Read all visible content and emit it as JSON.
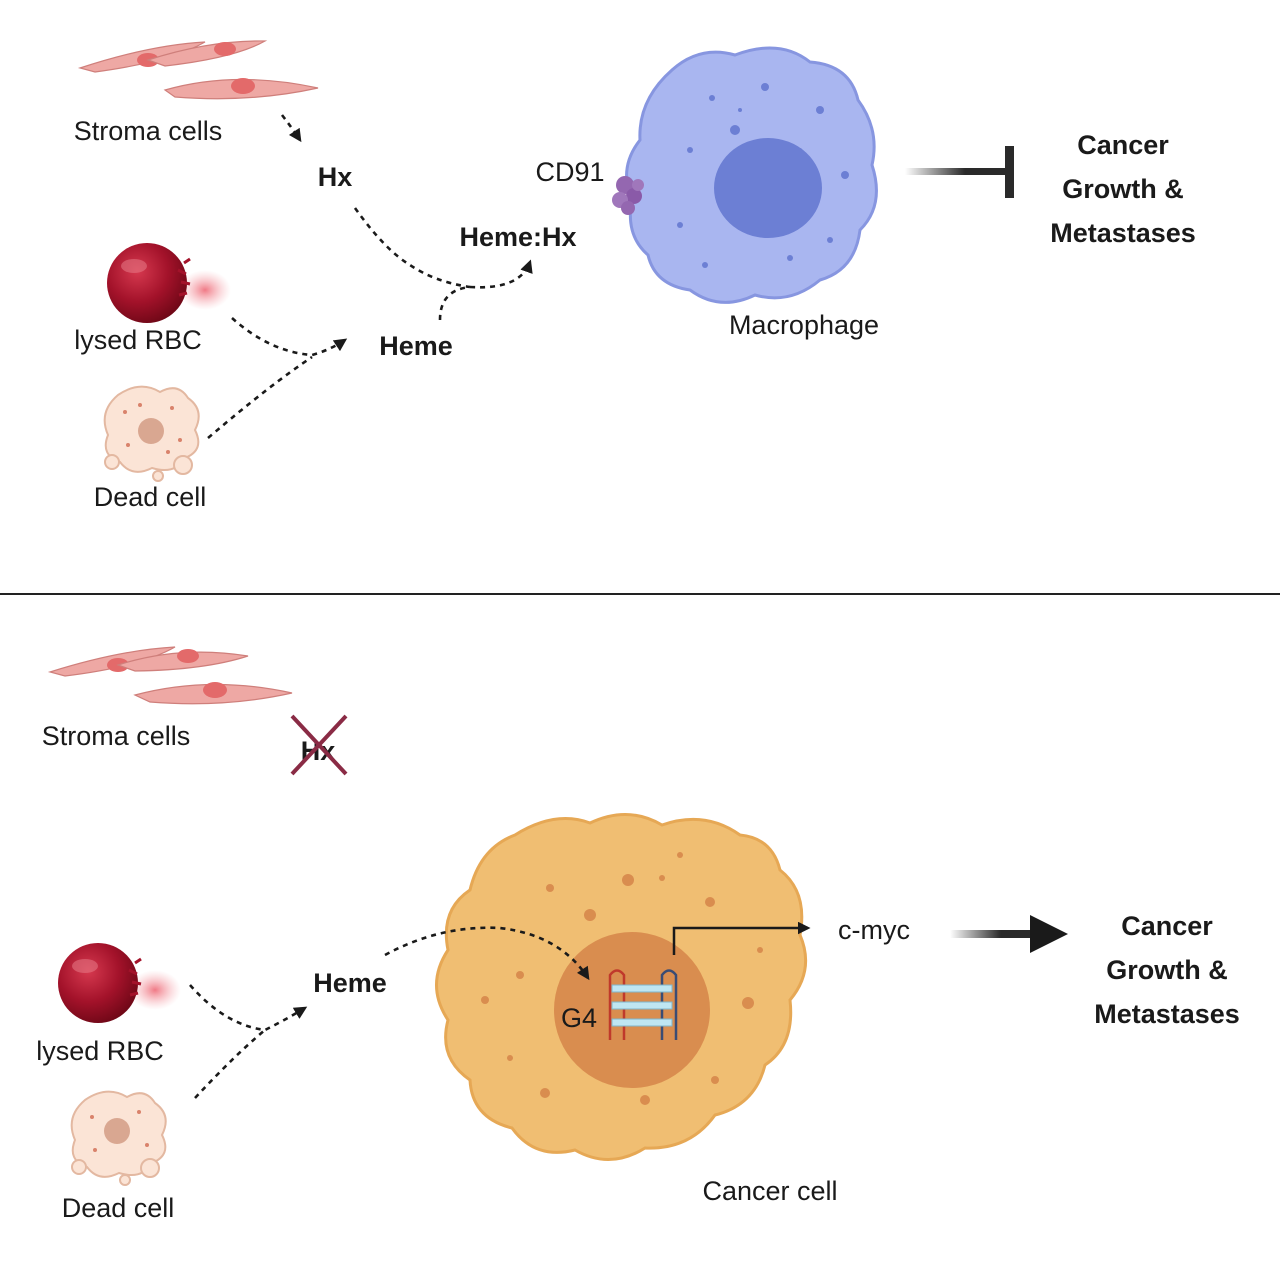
{
  "top_panel": {
    "stroma_label": "Stroma cells",
    "hx_label": "Hx",
    "heme_hx_label": "Heme:Hx",
    "cd91_label": "CD91",
    "lysed_rbc_label": "lysed RBC",
    "heme_label": "Heme",
    "dead_cell_label": "Dead cell",
    "macrophage_label": "Macrophage",
    "outcome_line1": "Cancer",
    "outcome_line2": "Growth &",
    "outcome_line3": "Metastases"
  },
  "bottom_panel": {
    "stroma_label": "Stroma cells",
    "hx_label": "Hx",
    "lysed_rbc_label": "lysed RBC",
    "heme_label": "Heme",
    "dead_cell_label": "Dead cell",
    "g4_label": "G4",
    "cmyc_label": "c-myc",
    "cancer_cell_label": "Cancer cell",
    "outcome_line1": "Cancer",
    "outcome_line2": "Growth &",
    "outcome_line3": "Metastases"
  },
  "colors": {
    "stroma": "#e8a3a0",
    "rbc": "#a3122a",
    "macrophage": "#a9b6f0",
    "macrophage_nucleus": "#6c7fd4",
    "cd91": "#9467b0",
    "cancer_cell": "#f0be72",
    "cancer_nucleus": "#d98d4f",
    "cross": "#8a2b45"
  }
}
